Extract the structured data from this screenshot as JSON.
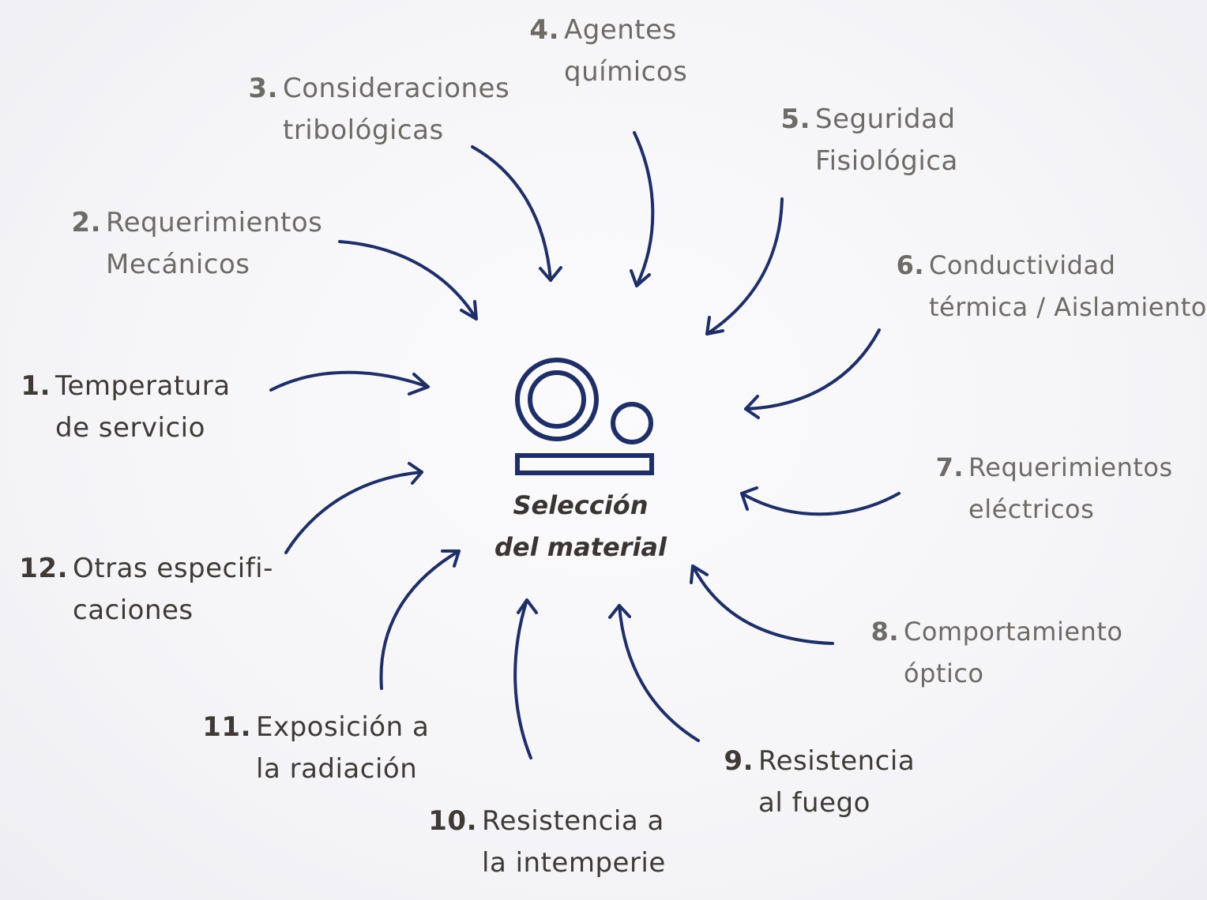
{
  "center": {
    "line1": "Selección",
    "line2": "del material",
    "icon": "material-selection-icon",
    "color": "#1f2f66"
  },
  "arrow_color": "#1f2f66",
  "factors": [
    {
      "number": "1.",
      "lines": [
        "Temperatura",
        "de servicio"
      ]
    },
    {
      "number": "2.",
      "lines": [
        "Requerimientos",
        "Mecánicos"
      ]
    },
    {
      "number": "3.",
      "lines": [
        "Consideraciones",
        "tribológicas"
      ]
    },
    {
      "number": "4.",
      "lines": [
        "Agentes",
        "químicos"
      ]
    },
    {
      "number": "5.",
      "lines": [
        "Seguridad",
        "Fisiológica"
      ]
    },
    {
      "number": "6.",
      "lines": [
        "Conductividad",
        "térmica / Aislamiento"
      ]
    },
    {
      "number": "7.",
      "lines": [
        "Requerimientos",
        "eléctricos"
      ]
    },
    {
      "number": "8.",
      "lines": [
        "Comportamiento",
        "óptico"
      ]
    },
    {
      "number": "9.",
      "lines": [
        "Resistencia",
        "al fuego"
      ]
    },
    {
      "number": "10.",
      "lines": [
        "Resistencia a",
        "la intemperie"
      ]
    },
    {
      "number": "11.",
      "lines": [
        "Exposición a",
        "la radiación"
      ]
    },
    {
      "number": "12.",
      "lines": [
        "Otras especifi-",
        "caciones"
      ]
    }
  ]
}
